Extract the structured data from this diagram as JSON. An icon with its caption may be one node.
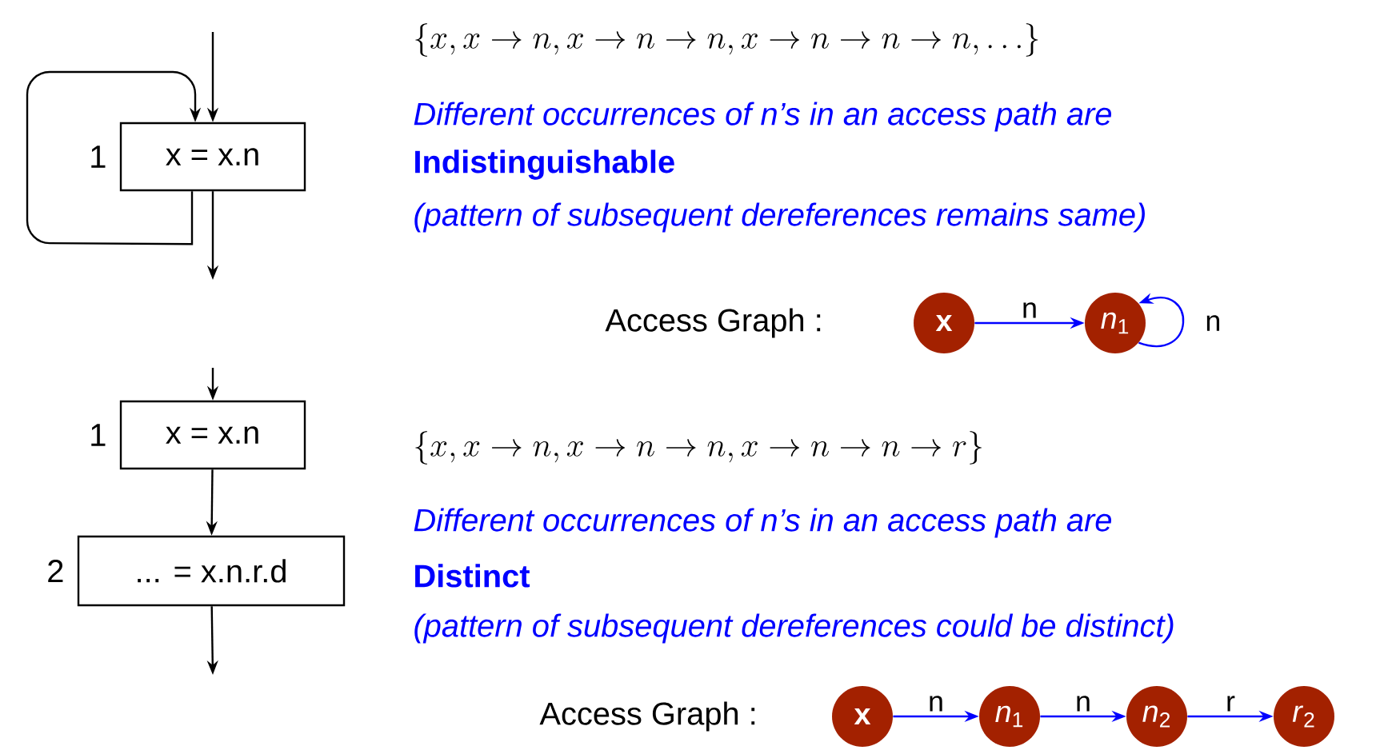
{
  "diagram": {
    "nodes": [
      {
        "text": [
          "x = x.n"
        ],
        "beside": [
          "1"
        ]
      },
      {
        "text": [
          "x = x.n"
        ],
        "beside": [
          "1"
        ]
      },
      {
        "text": [
          "... = x.n.r.d"
        ],
        "beside": [
          "2"
        ]
      },
      {
        "text": [
          "x"
        ]
      },
      {
        "text": [
          "*n*$_{1}$"
        ]
      },
      {
        "text": [
          "x"
        ]
      },
      {
        "text": [
          "*n*$_{1}$"
        ]
      },
      {
        "text": [
          "*n*$_{2}$"
        ]
      },
      {
        "text": [
          "*r*$_{2}$"
        ]
      }
    ],
    "edges": [
      {
        "from": null,
        "to": 0,
        "arrow": "to"
      },
      {
        "from": 0,
        "to": 0,
        "arrow": "to"
      },
      {
        "from": 0,
        "to": null,
        "arrow": "to"
      },
      {
        "from": null,
        "to": 1,
        "arrow": "to"
      },
      {
        "from": 1,
        "to": 2,
        "arrow": "to"
      },
      {
        "from": 2,
        "to": null,
        "arrow": "to"
      },
      {
        "from": 3,
        "to": 4,
        "arrow": "to",
        "label": "n",
        "color": "#0000ff"
      },
      {
        "from": 4,
        "to": 4,
        "arrow": "to",
        "label": "n",
        "color": "#0000ff"
      },
      {
        "from": 5,
        "to": 6,
        "arrow": "to",
        "label": "n",
        "color": "#0000ff"
      },
      {
        "from": 6,
        "to": 7,
        "arrow": "to",
        "label": "n",
        "color": "#0000ff"
      },
      {
        "from": 7,
        "to": 8,
        "arrow": "to",
        "label": "r",
        "color": "#0000ff"
      }
    ],
    "labels": [
      "\\{x, x\\rightarrow n, x\\rightarrow n\\rightarrow n, x\\rightarrow n\\rightarrow n\\rightarrow n, \\ldots\\}",
      "Different occurrences of n’s in an access path are",
      "Indistinguishable",
      "(pattern of subsequent dereferences remains same)",
      "Access Graph :",
      "\\{x, x\\rightarrow n, x\\rightarrow n\\rightarrow n, x\\rightarrow n\\rightarrow n\\rightarrow r\\}",
      "Different occurrences of n’s in an access path are",
      "Distinct",
      "(pattern of subsequent dereferences could be distinct)",
      "Access Graph :"
    ]
  }
}
